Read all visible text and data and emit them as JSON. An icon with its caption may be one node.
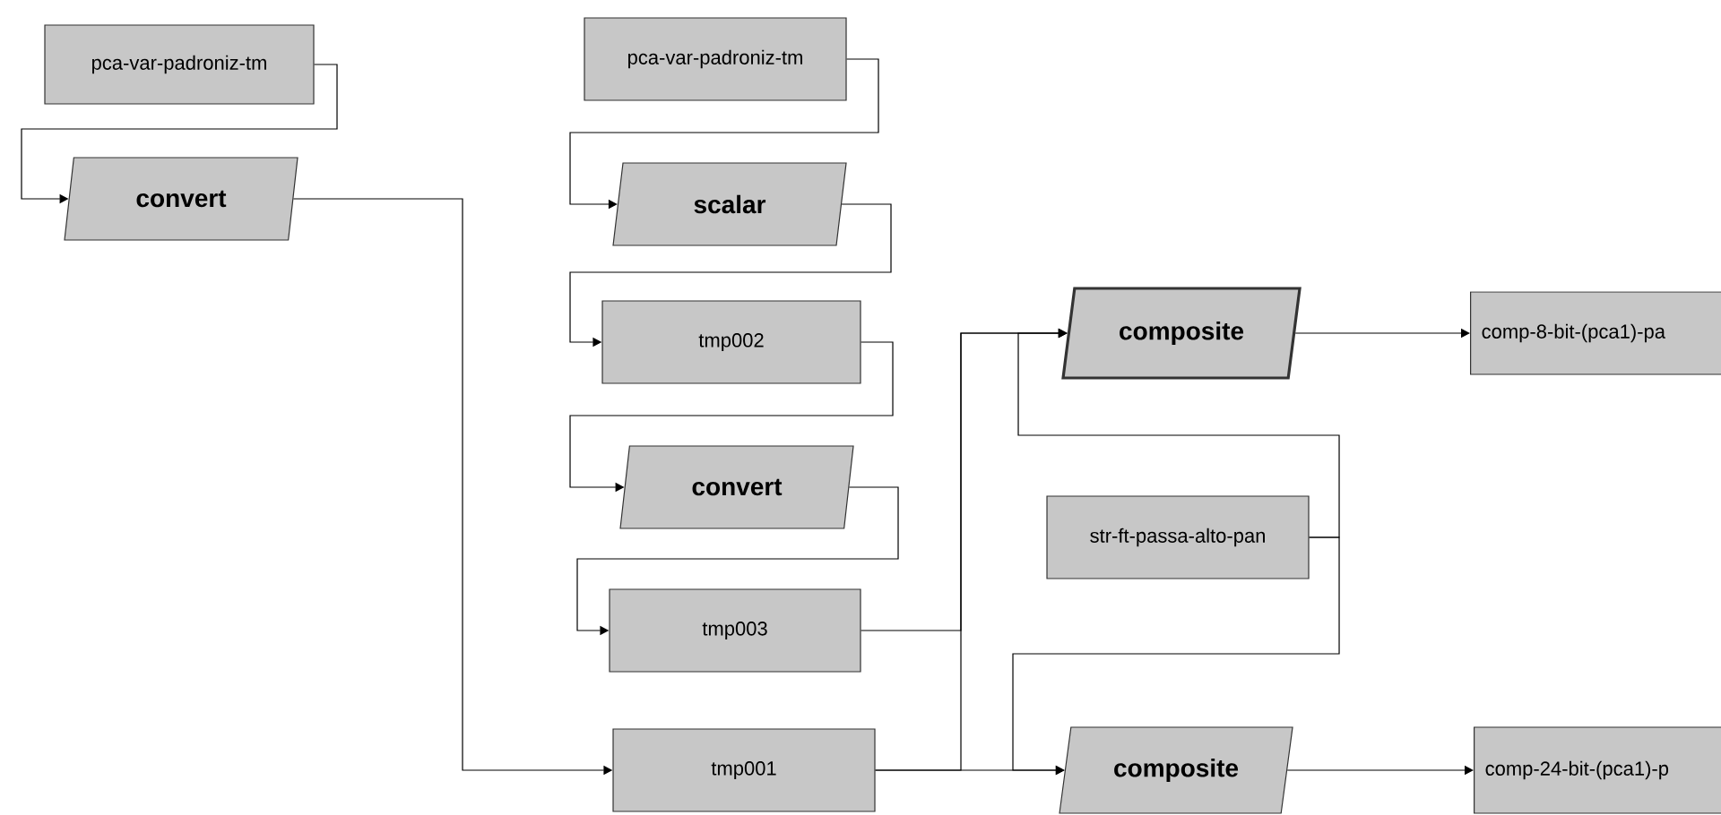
{
  "diagram": {
    "nodes": [
      {
        "text": [
          "pca-var-padroniz-tm"
        ]
      },
      {
        "text": [
          "convert"
        ]
      },
      {
        "text": [
          "pca-var-padroniz-tm"
        ]
      },
      {
        "text": [
          "scalar"
        ]
      },
      {
        "text": [
          "tmp002"
        ]
      },
      {
        "text": [
          "convert"
        ]
      },
      {
        "text": [
          "tmp003"
        ]
      },
      {
        "text": [
          "tmp001"
        ]
      },
      {
        "text": [
          "composite"
        ]
      },
      {
        "text": [
          "str-ft-passa-alto-pan"
        ]
      },
      {
        "text": [
          "composite"
        ]
      },
      {
        "text": [
          "comp-8-bit-(pca1)-pa"
        ]
      },
      {
        "text": [
          "comp-24-bit-(pca1)-p"
        ]
      }
    ],
    "edges": [
      {
        "from": 0,
        "to": 1,
        "arrow": "to"
      },
      {
        "from": 1,
        "to": 7,
        "arrow": "to"
      },
      {
        "from": 2,
        "to": 3,
        "arrow": "to"
      },
      {
        "from": 3,
        "to": 4,
        "arrow": "to"
      },
      {
        "from": 4,
        "to": 5,
        "arrow": "to"
      },
      {
        "from": 5,
        "to": 6,
        "arrow": "to"
      },
      {
        "from": 6,
        "to": 8,
        "arrow": "to"
      },
      {
        "from": 7,
        "to": 8,
        "arrow": "to"
      },
      {
        "from": 7,
        "to": 10,
        "arrow": "to"
      },
      {
        "from": 9,
        "to": 8,
        "arrow": "to"
      },
      {
        "from": 9,
        "to": 10,
        "arrow": "to"
      },
      {
        "from": 8,
        "to": 11,
        "arrow": "to"
      },
      {
        "from": 10,
        "to": 12,
        "arrow": "to"
      }
    ]
  }
}
